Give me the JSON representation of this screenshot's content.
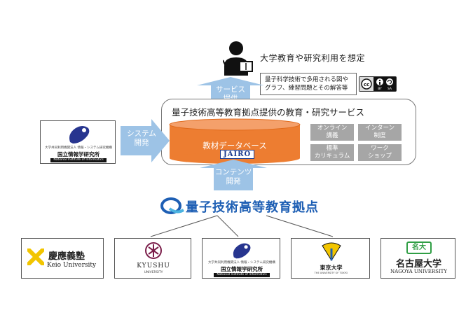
{
  "user": {
    "label": "大学教育や研究利用を想定",
    "note_line1": "量子科学技術で多用される図や",
    "note_line2": "グラフ、練習問題とその解答等",
    "license_icons": [
      "cc-icon",
      "by-icon",
      "sa-icon"
    ],
    "license_by": "BY",
    "license_sa": "SA"
  },
  "arrows": {
    "service_line1": "サービス",
    "service_line2": "提供",
    "system_line1": "システム",
    "system_line2": "開発",
    "content_line1": "コンテンツ",
    "content_line2": "開発"
  },
  "service": {
    "title": "量子技術高等教育拠点提供の教育・研究サービス",
    "database_label": "教材データベース",
    "jairo_label": "JAIRO",
    "tiles": [
      {
        "line1": "オンライン",
        "line2": "講義"
      },
      {
        "line1": "インターン",
        "line2": "制度"
      },
      {
        "line1": "標準",
        "line2": "カリキュラム"
      },
      {
        "line1": "ワーク",
        "line2": "ショップ"
      }
    ]
  },
  "nii": {
    "small_line1": "大学共同利用機関法人 情報・システム研究機構",
    "name": "国立情報学研究所",
    "english": "National Institute of Informatics"
  },
  "program": {
    "name": "量子技術高等教育拠点"
  },
  "partners": {
    "keio_name": "慶應義塾",
    "keio_en": "Keio University",
    "kyushu_name": "KYUSHU",
    "kyushu_sub": "UNIVERSITY",
    "tokyo_name": "東京大学",
    "tokyo_en": "THE UNIVERSITY OF TOKYO",
    "nagoya_name": "名古屋大学",
    "nagoya_en": "NAGOYA UNIVERSITY",
    "nagoya_mark": "名大"
  },
  "colors": {
    "arrow_blue": "#9dc3e6",
    "cylinder_orange": "#ed7d31",
    "tile_gray": "#a6a6a6",
    "program_blue": "#1e5fb4",
    "nii_logo_blue": "#27358f",
    "nagoya_green": "#2f9e44"
  }
}
